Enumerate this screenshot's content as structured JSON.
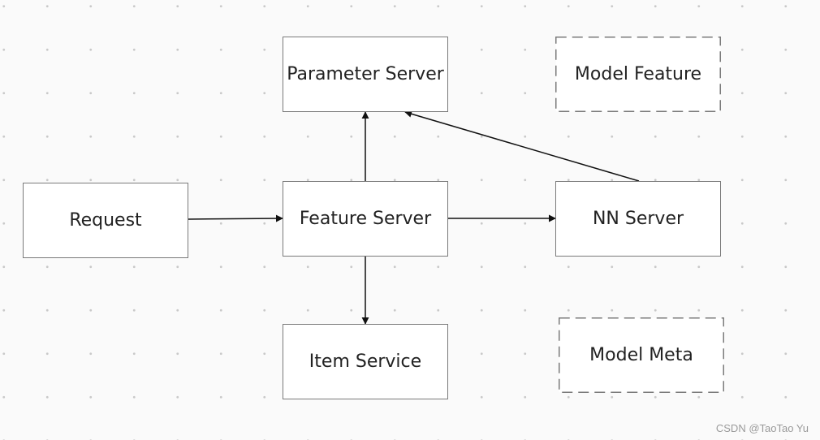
{
  "diagram": {
    "nodes": {
      "parameter_server": "Parameter Server",
      "model_feature": "Model Feature",
      "request": "Request",
      "feature_server": "Feature Server",
      "nn_server": "NN Server",
      "item_service": "Item Service",
      "model_meta": "Model Meta"
    },
    "edges": [
      {
        "from": "Request",
        "to": "Feature Server"
      },
      {
        "from": "Feature Server",
        "to": "Parameter Server"
      },
      {
        "from": "Feature Server",
        "to": "NN Server"
      },
      {
        "from": "Feature Server",
        "to": "Item Service"
      },
      {
        "from": "NN Server",
        "to": "Parameter Server"
      }
    ]
  },
  "watermark": "CSDN @TaoTao Yu"
}
